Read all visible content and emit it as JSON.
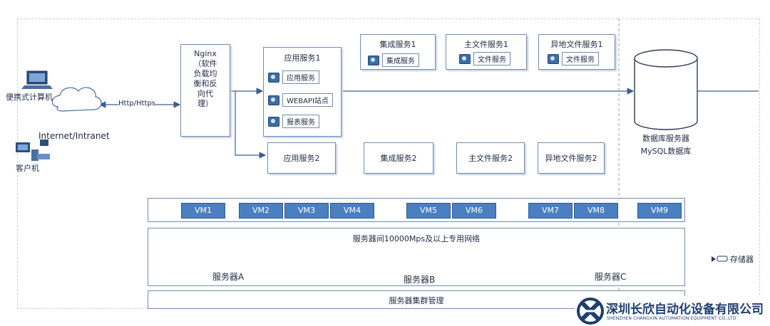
{
  "clients": {
    "laptop_label": "便携式计算机",
    "network_label": "Internet/Intranet",
    "protocol_label": "Http/Https",
    "client_label": "客户机"
  },
  "nginx": {
    "label": "Nginx\n（软件\n负载均\n衡和反\n向代\n理）"
  },
  "app_service_1": {
    "title": "应用服务1",
    "items": [
      "应用服务",
      "WEBAPI站点",
      "报表服务"
    ]
  },
  "top_services": [
    {
      "title": "集成服务1",
      "item": "集成服务"
    },
    {
      "title": "主文件服务1",
      "item": "文件服务"
    },
    {
      "title": "异地文件服务1",
      "item": "文件服务"
    }
  ],
  "second_row": [
    "应用服务2",
    "集成服务2",
    "主文件服务2",
    "异地文件服务2"
  ],
  "database": {
    "line1": "数据库服务器",
    "line2": "MySQL数据库"
  },
  "vms": [
    "VM1",
    "VM2",
    "VM3",
    "VM4",
    "VM5",
    "VM6",
    "VM7",
    "VM8",
    "VM9"
  ],
  "network_band": "服务器间10000Mps及以上专用网络",
  "servers": [
    "服务器A",
    "服务器B",
    "服务器C"
  ],
  "storage_label": "存储器",
  "cluster_label": "服务器集群管理",
  "company": {
    "name_cn": "深圳长欣自动化设备有限公司",
    "name_en": "SHENZHEN CHANGXIN AUTOMATION EQUIPMENT CO.,LTD"
  },
  "colors": {
    "accent": "#4a7fc1",
    "border": "#6f8db3",
    "logo": "#1f3d6e"
  }
}
